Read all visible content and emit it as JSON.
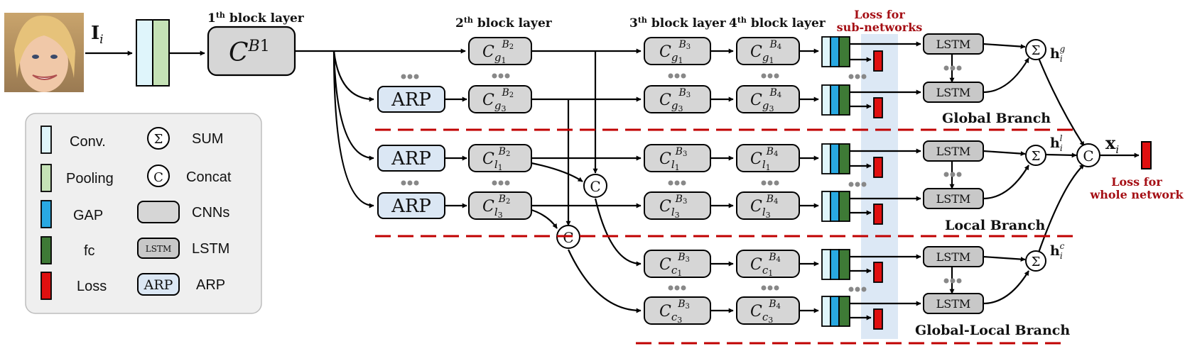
{
  "input_label": "I",
  "input_sub": "i",
  "layer_labels": {
    "l1": {
      "num": "1",
      "sup": "th",
      "text": " block layer"
    },
    "l2": {
      "num": "2",
      "sup": "th",
      "text": " block layer"
    },
    "l3": {
      "num": "3",
      "sup": "th",
      "text": " block layer"
    },
    "l4": {
      "num": "4",
      "sup": "th",
      "text": " block layer"
    }
  },
  "loss_sub": {
    "line1": "Loss for",
    "line2": "sub-networks"
  },
  "loss_whole": {
    "line1": "Loss for",
    "line2": "whole network"
  },
  "c_letter": "C",
  "b_letter": "B",
  "block1_sub": "1",
  "arp_label": "ARP",
  "lstm_label": "LSTM",
  "sum_symbol": "Σ",
  "concat_symbol": "C",
  "branches": {
    "global": "Global Branch",
    "local": "Local Branch",
    "global_local": "Global-Local Branch"
  },
  "features": {
    "h_letter": "h",
    "h_sub": "i",
    "g_sup": "g",
    "l_sup": "l",
    "c_sup": "c",
    "x_letter": "x",
    "x_sub": "i"
  },
  "blocks": {
    "g1": {
      "sub": "g",
      "idx": "1"
    },
    "g3": {
      "sub": "g",
      "idx": "3"
    },
    "l1": {
      "sub": "l",
      "idx": "1"
    },
    "l3": {
      "sub": "l",
      "idx": "3"
    },
    "c1": {
      "sub": "c",
      "idx": "1"
    },
    "c3": {
      "sub": "c",
      "idx": "3"
    },
    "n2": "2",
    "n3": "3",
    "n4": "4"
  },
  "legend": {
    "conv": "Conv.",
    "pooling": "Pooling",
    "gap": "GAP",
    "fc": "fc",
    "loss": "Loss",
    "sum": "SUM",
    "concat": "Concat",
    "cnns": "CNNs",
    "lstm": "LSTM",
    "arp": "ARP"
  },
  "colors": {
    "conv": "#dff5fb",
    "pooling": "#c5e2b6",
    "gap": "#29a9e2",
    "fc": "#3e7a36",
    "loss": "#e01010",
    "cnn_fill": "#d6d6d6",
    "arp_fill": "#dbe7f4",
    "highlight": "#dce8f5",
    "dash": "#c00000",
    "dark_red": "#a50f15"
  }
}
